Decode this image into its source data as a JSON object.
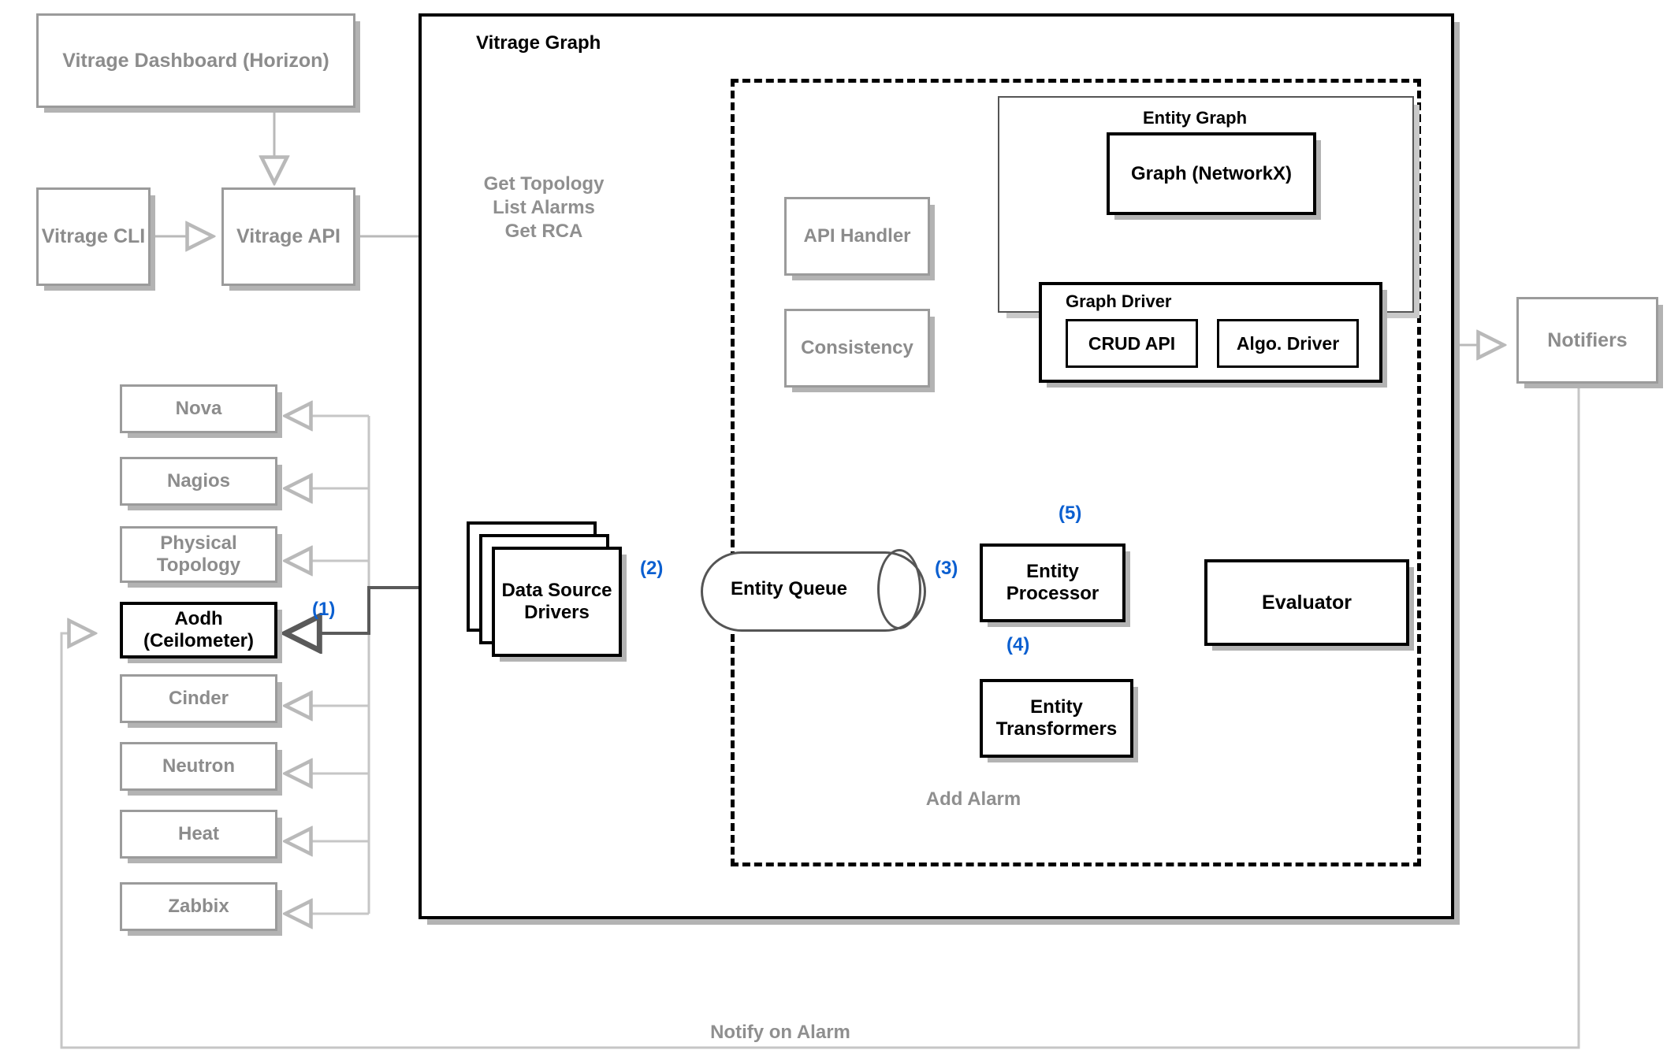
{
  "external": {
    "dashboard": "Vitrage Dashboard (Horizon)",
    "cli": "Vitrage CLI",
    "api": "Vitrage API",
    "notifiers": "Notifiers"
  },
  "api_request_label": "Get Topology\nList Alarms\nGet RCA",
  "vitrage_graph": {
    "title": "Vitrage Graph",
    "api_handler": "API Handler",
    "consistency": "Consistency",
    "data_source_drivers": "Data Source\nDrivers",
    "entity_queue": "Entity Queue",
    "entity_processor": "Entity\nProcessor",
    "entity_transformers": "Entity\nTransformers",
    "evaluator": "Evaluator",
    "add_alarm_label": "Add Alarm"
  },
  "entity_graph": {
    "title": "Entity Graph",
    "graph_networkx": "Graph (NetworkX)",
    "graph_driver_title": "Graph Driver",
    "crud_api": "CRUD API",
    "algo_driver": "Algo. Driver"
  },
  "data_sources": [
    {
      "label": "Nova",
      "highlight": false
    },
    {
      "label": "Nagios",
      "highlight": false
    },
    {
      "label": "Physical\nTopology",
      "highlight": false
    },
    {
      "label": "Aodh\n(Ceilometer)",
      "highlight": true
    },
    {
      "label": "Cinder",
      "highlight": false
    },
    {
      "label": "Neutron",
      "highlight": false
    },
    {
      "label": "Heat",
      "highlight": false
    },
    {
      "label": "Zabbix",
      "highlight": false
    }
  ],
  "steps": {
    "s1": "(1)",
    "s2": "(2)",
    "s3": "(3)",
    "s4": "(4)",
    "s5": "(5)"
  },
  "notify_on_alarm_label": "Notify on Alarm",
  "colors": {
    "grey_stroke": "#b9b9b9",
    "grey_text": "#8f8f8f",
    "black": "#000000",
    "step_blue": "#0b5fd0",
    "dark_wire": "#5a5a5a"
  }
}
